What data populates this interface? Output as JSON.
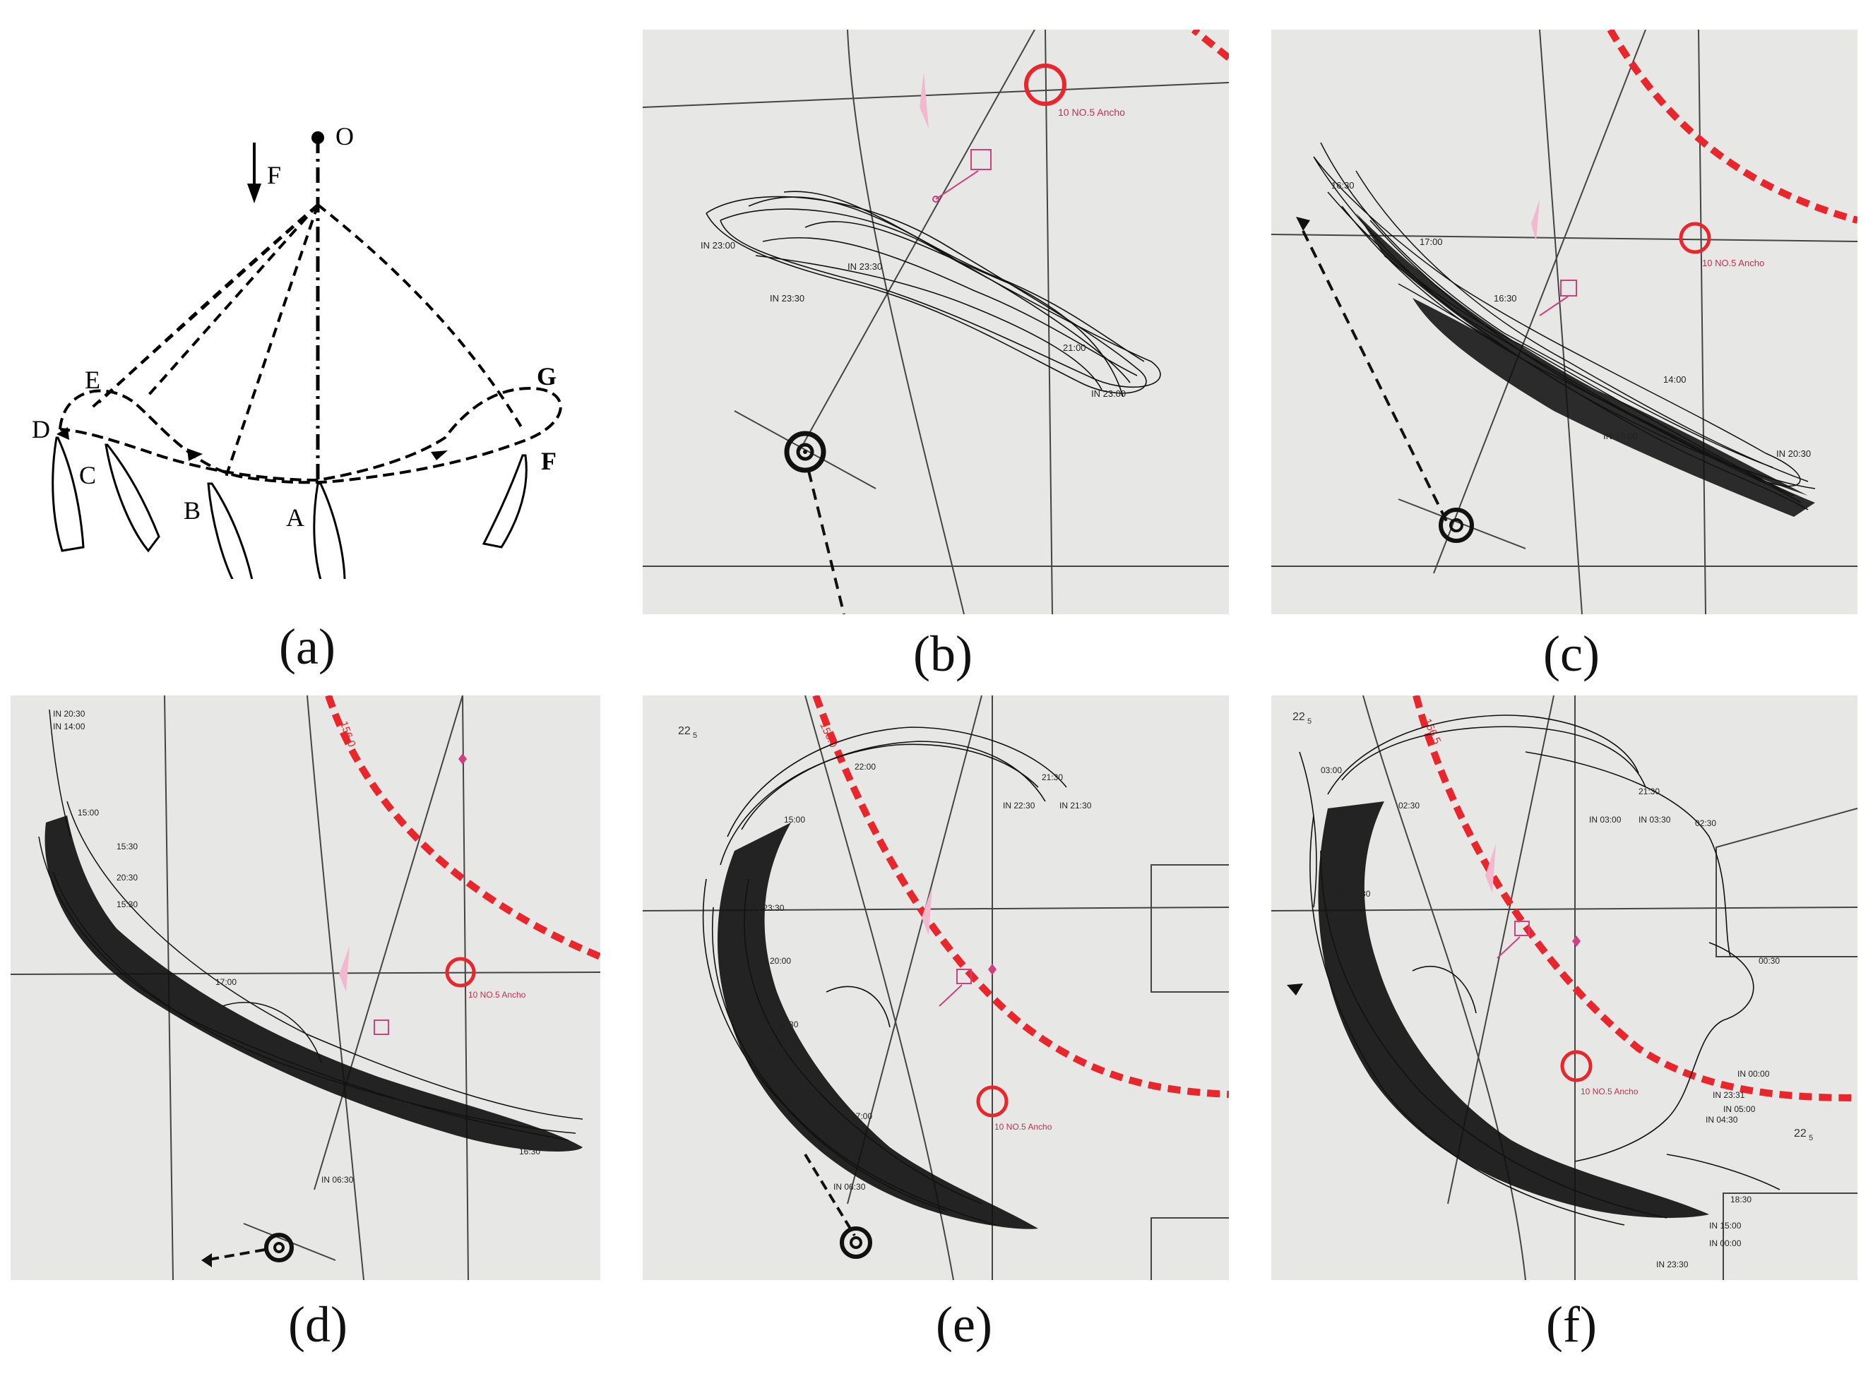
{
  "panels": {
    "a": {
      "caption": "(a)",
      "labels": {
        "O": "O",
        "F_force": "F",
        "E": "E",
        "D": "D",
        "C": "C",
        "B": "B",
        "A": "A",
        "G": "G",
        "F_point": "F"
      }
    },
    "b": {
      "caption": "(b)",
      "anchor_label": "10 NO.5 Ancho",
      "times": [
        "IN 23:00",
        "IN 23:30",
        "IN 23:30",
        "21:00",
        "IN 23:00"
      ]
    },
    "c": {
      "caption": "(c)",
      "anchor_label": "10 NO.5 Ancho",
      "times": [
        "16:30",
        "17:00",
        "16:30",
        "14:00",
        "IN 15:00",
        "IN 20:30"
      ]
    },
    "d": {
      "caption": "(d)",
      "anchor_label": "10 NO.5 Ancho",
      "contour": "156.0",
      "times": [
        "IN 20:30",
        "IN 14:00",
        "15:00",
        "15:30",
        "20:30",
        "15:30",
        "17:00",
        "IN 14:00",
        "16:30",
        "IN 06:30"
      ]
    },
    "e": {
      "caption": "(e)",
      "anchor_label": "10 NO.5 Ancho",
      "contour": "156.0",
      "depth": "22",
      "depth_sub": "5",
      "times": [
        "21:30",
        "IN 21:30",
        "IN 22:30",
        "22:00",
        "15:00",
        "IN 23:30",
        "IN 15:30",
        "IN 16:00",
        "17:00",
        "IN 06:30",
        "20:00"
      ]
    },
    "f": {
      "caption": "(f)",
      "anchor_label": "10 NO.5 Ancho",
      "contour": "156.5",
      "depth": "22",
      "depth_sub": "5",
      "depth2": "22",
      "depth2_sub": "5",
      "times": [
        "03:00",
        "02:30",
        "21:30",
        "IN 03:00",
        "IN 03:30",
        "02:30",
        "IN 23:30",
        "00:30",
        "IN 00:00",
        "IN 23:31",
        "IN 04:30",
        "IN 05:00",
        "18:30",
        "IN 15:00",
        "IN 00:00",
        "IN 23:30"
      ]
    }
  }
}
